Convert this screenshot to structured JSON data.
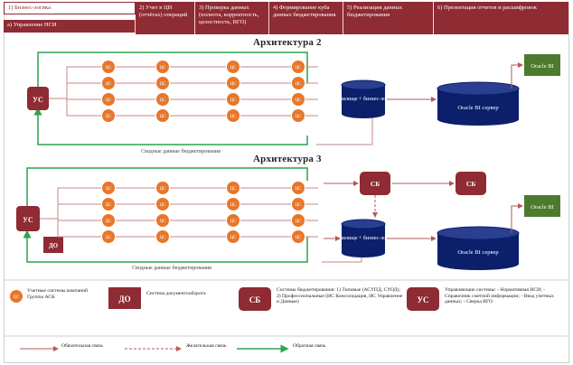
{
  "header": {
    "cells": [
      "1) Бизнес-логика",
      "2) Учет в ЦИ (отчётах) операций",
      "3) Проверка данных (полнота, корректность, целостность, ВГО)",
      "4) Формирование куба данных бюджетирования",
      "5) Реализация данных бюджетирования",
      "6) Презентация отчетов и расшифровок"
    ],
    "sub_cell": "а) Управление НСИ"
  },
  "architecture_2": {
    "title": "Архитектура 2",
    "us_label": "УС",
    "node_label": "ЦС",
    "storage_label": "Хранилище + бизнес-логика",
    "oracle_server_label": "Oracle BI сервер",
    "oracle_bi_label": "Oracle BI",
    "return_label": "Сводные данные бюджетирования"
  },
  "architecture_3": {
    "title": "Архитектура 3",
    "us_label": "УС",
    "do_label": "ДО",
    "node_label": "ЦС",
    "sb_label_1": "СБ",
    "sb_label_2": "СБ",
    "storage_label": "Хранилище + бизнес-логика",
    "oracle_server_label": "Oracle BI сервер",
    "oracle_bi_label": "Oracle BI",
    "return_label": "Сводные данные бюджетирования"
  },
  "legend": {
    "node": {
      "badge": "ЦС",
      "text": "Учетные системы компаний Группы АСК"
    },
    "do": {
      "badge": "ДО",
      "text": "Система документооборота"
    },
    "sb": {
      "badge": "СБ",
      "text": "Системы бюджетирования: 1) Типовые (АСУПД, СУОД); 2) Профессиональные (ИС Консолидация, ИС Управление и Данные)"
    },
    "us": {
      "badge": "УС",
      "text": "Управляющие системы: - Нормативная НСИ; - Справочник сметной информации; - Ввод учетных данных; - Сверка ВГО"
    },
    "lines": [
      {
        "label": "Обязательная связь",
        "style": "solid"
      },
      {
        "label": "Желательная связь",
        "style": "dashed"
      },
      {
        "label": "Обратная связь",
        "style": "green"
      }
    ]
  },
  "colors": {
    "maroon": "#8e2b33",
    "node": "#e8762a",
    "navy": "#0b1f6b",
    "green": "#4e7a2e",
    "arrow_green": "#2aa44f",
    "line_red": "#c48a8a"
  }
}
